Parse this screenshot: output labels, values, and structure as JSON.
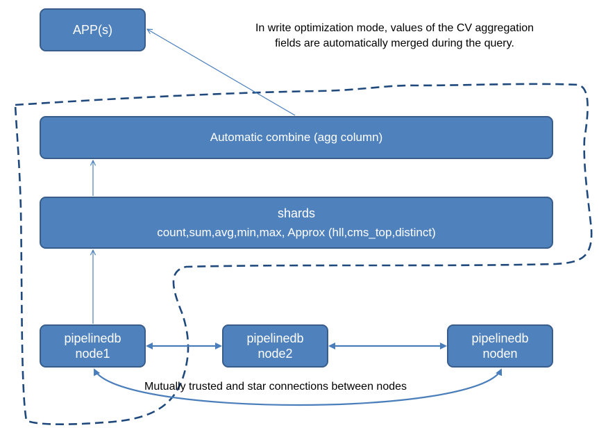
{
  "diagram": {
    "app_label": "APP(s)",
    "note_lines": [
      "In write optimization mode, values of the CV aggregation",
      "fields are automatically merged during the query."
    ],
    "combine_label": "Automatic combine  (agg column)",
    "shards": {
      "title": "shards",
      "detail": "count,sum,avg,min,max, Approx (hll,cms_top,distinct)"
    },
    "nodes": [
      {
        "line1": "pipelinedb",
        "line2": "node1"
      },
      {
        "line1": "pipelinedb",
        "line2": "node2"
      },
      {
        "line1": "pipelinedb",
        "line2": "noden"
      }
    ],
    "star_caption": "Mutually trusted and star connections between nodes"
  },
  "colors": {
    "box_fill": "#4f81bd",
    "box_border": "#385d8a",
    "connector": "#4a7ebb",
    "boundary": "#1f497d"
  }
}
